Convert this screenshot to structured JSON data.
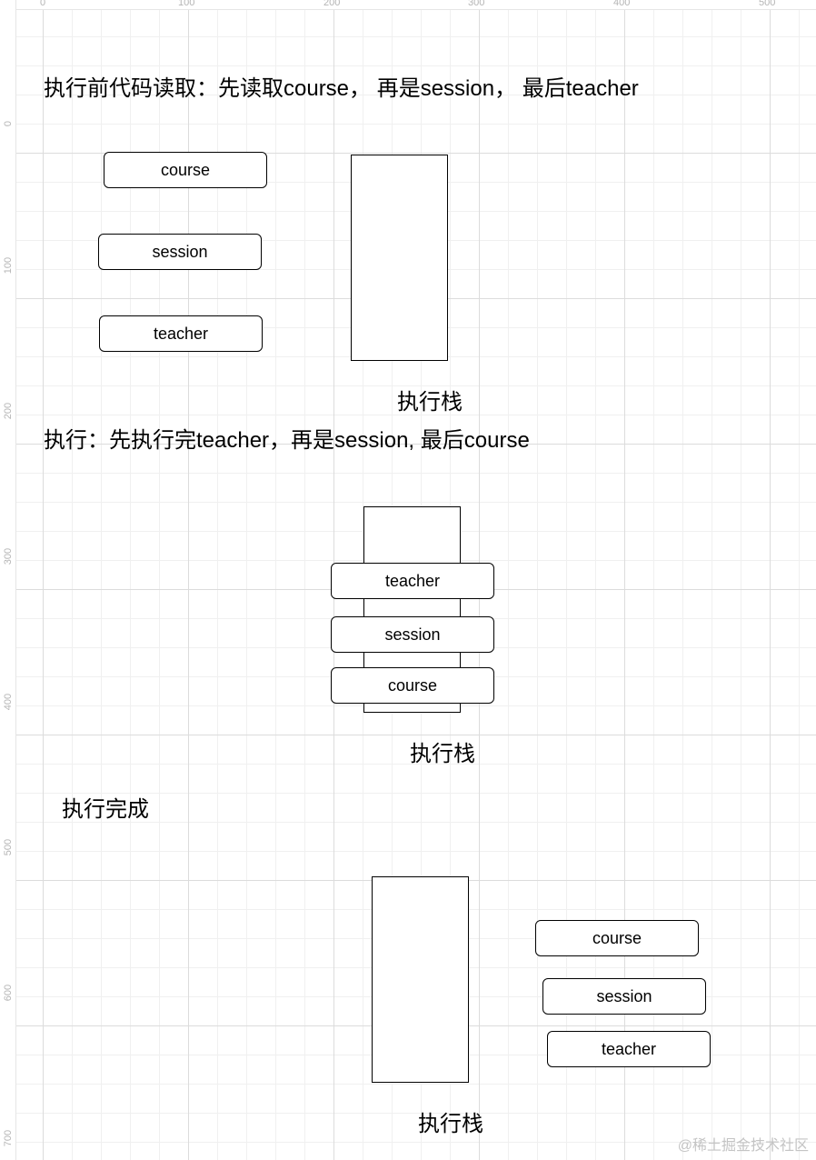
{
  "rulers": {
    "top_ticks": [
      "0",
      "100",
      "200",
      "300",
      "400",
      "500"
    ],
    "left_ticks": [
      "0",
      "100",
      "200",
      "300",
      "400",
      "500",
      "600",
      "700"
    ]
  },
  "section1": {
    "heading": "执行前代码读取：先读取course， 再是session， 最后teacher",
    "items": [
      "course",
      "session",
      "teacher"
    ],
    "stack_label": "执行栈"
  },
  "section2": {
    "heading": "执行：先执行完teacher，再是session, 最后course",
    "items": [
      "teacher",
      "session",
      "course"
    ],
    "stack_label": "执行栈"
  },
  "section3": {
    "heading": "执行完成",
    "items": [
      "course",
      "session",
      "teacher"
    ],
    "stack_label": "执行栈"
  },
  "watermark": "@稀土掘金技术社区"
}
